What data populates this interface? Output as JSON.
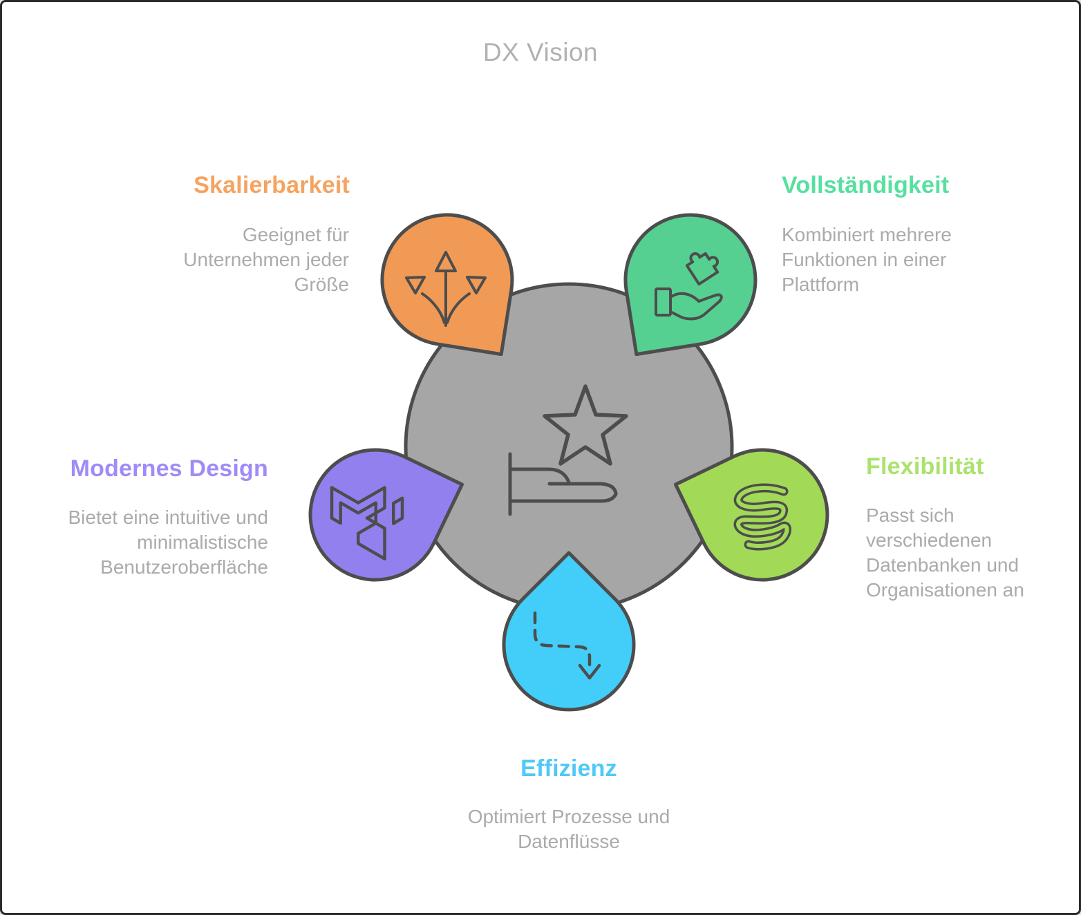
{
  "page": {
    "title": "DX Vision",
    "title_color": "#b1b1b1",
    "background": "#ffffff",
    "border_color": "#2b2b2b",
    "text_color": "#ababab"
  },
  "center": {
    "icon": "star-hand-icon",
    "fill": "#a6a6a6",
    "stroke": "#4d4d4d"
  },
  "sections": [
    {
      "title": "Skalierbarkeit",
      "description": "Geeignet für Unternehmen jeder Größe",
      "title_color": "#f6a35f",
      "pin_color": "#f19a55",
      "icon": "branch-arrows-icon",
      "position": "top-left"
    },
    {
      "title": "Vollständigkeit",
      "description": "Kombiniert mehrere Funktionen in einer Plattform",
      "title_color": "#56e0a0",
      "pin_color": "#55d091",
      "icon": "puzzle-hand-icon",
      "position": "top-right"
    },
    {
      "title": "Flexibilität",
      "description": "Passt sich verschiedenen Datenbanken und Organisationen an",
      "title_color": "#abe26e",
      "pin_color": "#a2d957",
      "icon": "spring-icon",
      "position": "right"
    },
    {
      "title": "Effizienz",
      "description": "Optimiert Prozesse und Datenflüsse",
      "title_color": "#4fc9f7",
      "pin_color": "#42cef8",
      "icon": "flow-arrow-icon",
      "position": "bottom"
    },
    {
      "title": "Modernes Design",
      "description": "Bietet eine intuitive und minimalistische Benutzeroberfläche",
      "title_color": "#a18bf7",
      "pin_color": "#9180ee",
      "icon": "cube-logo-icon",
      "position": "left"
    }
  ]
}
